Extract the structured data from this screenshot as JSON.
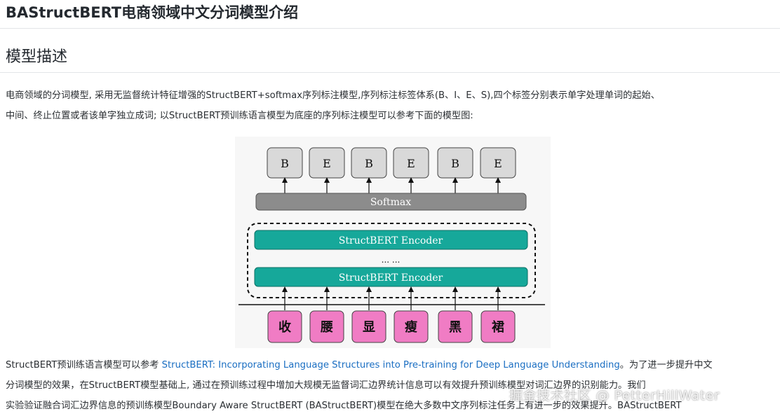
{
  "title": "BAStructBERT电商领域中文分词模型介绍",
  "section_title": "模型描述",
  "intro_lines": [
    "电商领域的分词模型, 采用无监督统计特征增强的StructBERT+softmax序列标注模型,序列标注标签体系(B、I、E、S),四个标签分别表示单字处理单词的起始、",
    "中间、终止位置或者该单字独立成词; 以StructBERT预训练语言模型为底座的序列标注模型可以参考下面的模型图:"
  ],
  "diagram": {
    "labels": [
      "B",
      "E",
      "B",
      "E",
      "B",
      "E"
    ],
    "softmax_label": "Softmax",
    "encoder_top_label": "StructBERT Encoder",
    "ellipsis": "... ...",
    "encoder_bottom_label": "StructBERT Encoder",
    "tokens": [
      "收",
      "腰",
      "显",
      "瘦",
      "黑",
      "裙"
    ],
    "colors": {
      "label_fill": "#d9d9d9",
      "softmax_fill": "#8c8c8c",
      "encoder_fill": "#16a89a",
      "token_fill": "#f07cc4"
    }
  },
  "para2": {
    "line1_prefix": "StructBERT预训练语言模型可以参考 ",
    "line1_link": "StructBERT: Incorporating Language Structures into Pre-training for Deep Language Understanding",
    "line1_suffix": "。为了进一步提升中文",
    "line2": "分词模型的效果，在StructBERT模型基础上, 通过在预训练过程中增加大规模无监督词汇边界统计信息可以有效提升预训练模型对词汇边界的识别能力。我们",
    "line3": "实验验证融合词汇边界信息的预训练模型Boundary Aware StructBERT (BAStructBERT)模型在绝大多数中文序列标注任务上有进一步的效果提升。BAStructBERT"
  },
  "watermark": "掘金技术社区 @ PetterHillWater"
}
